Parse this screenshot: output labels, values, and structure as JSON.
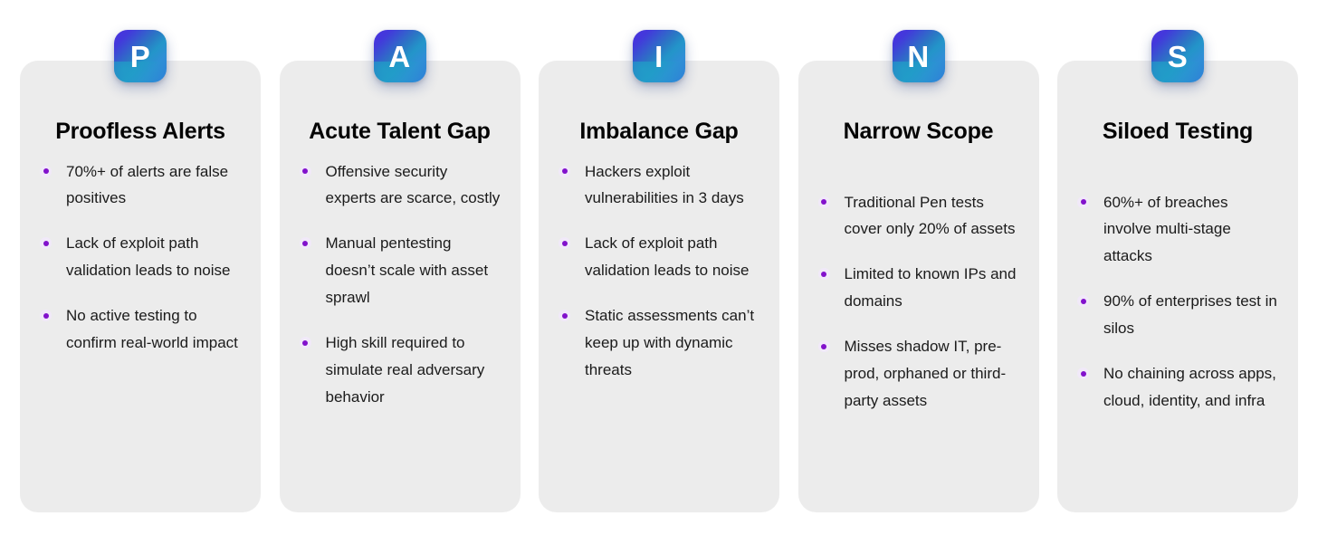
{
  "theme": {
    "page_background": "#ffffff",
    "card_background": "#ececec",
    "title_color": "#050505",
    "bullet_text_color": "#1b1b1b",
    "bullet_dot_color": "#8211cc",
    "bullet_ring_color": "#f1e9f9",
    "icon_gradient_start": "#4a33dd",
    "icon_gradient_mid": "#2395c9",
    "icon_gradient_end": "#2f7fd8",
    "icon_letter_color": "#ffffff"
  },
  "cards": [
    {
      "icon_letter": "P",
      "title": "Proofless Alerts",
      "title_lines": 2,
      "bullets": [
        "70%+ of alerts are false positives",
        "Lack of exploit path validation leads to noise",
        "No active testing to confirm real-world impact"
      ]
    },
    {
      "icon_letter": "A",
      "title": "Acute Talent Gap",
      "title_lines": 2,
      "bullets": [
        "Offensive security experts are scarce, costly",
        "Manual pentesting doesn’t scale with asset sprawl",
        "High skill required to simulate real adversary behavior"
      ]
    },
    {
      "icon_letter": "I",
      "title": "Imbalance Gap",
      "title_lines": 2,
      "bullets": [
        "Hackers exploit vulnerabilities in 3 days",
        "Lack of exploit path validation leads to noise",
        "Static assessments can’t keep up with dynamic threats"
      ]
    },
    {
      "icon_letter": "N",
      "title": "Narrow Scope",
      "title_lines": 1,
      "bullets": [
        "Traditional Pen tests cover only 20% of assets",
        "Limited to known IPs and domains",
        "Misses shadow IT, pre-prod, orphaned or third-party assets"
      ]
    },
    {
      "icon_letter": "S",
      "title": "Siloed Testing",
      "title_lines": 1,
      "bullets": [
        "60%+ of breaches involve multi-stage attacks",
        "90% of enterprises test in silos",
        "No chaining across apps, cloud, identity, and infra"
      ]
    }
  ]
}
